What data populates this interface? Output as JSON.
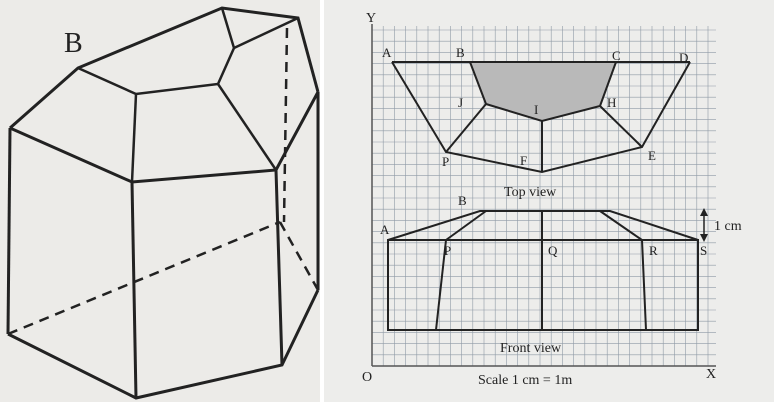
{
  "left_figure": {
    "label_b": "B"
  },
  "right_figure": {
    "top_view": {
      "labels": [
        "A",
        "B",
        "C",
        "D",
        "J",
        "I",
        "H",
        "P",
        "F",
        "E"
      ],
      "caption": "Top view"
    },
    "front_view": {
      "labels": [
        "B",
        "A",
        "P",
        "Q",
        "R",
        "S"
      ],
      "caption": "Front view",
      "dimension": "1 cm"
    },
    "axes": {
      "y": "Y",
      "x": "X",
      "origin": "O"
    },
    "scale": "Scale 1 cm = 1m"
  },
  "colors": {
    "line": "#222222",
    "grid": "#8f9aa6",
    "shade": "#b9b9b9"
  }
}
